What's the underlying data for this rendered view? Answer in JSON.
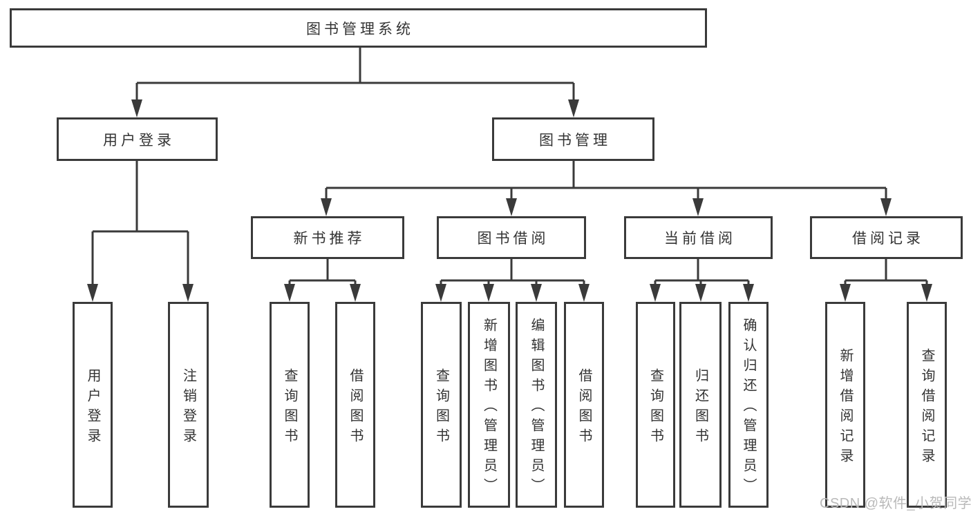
{
  "diagram": {
    "type": "hierarchy-tree",
    "tree": {
      "label": "图书管理系统",
      "children": [
        {
          "label": "用户登录",
          "children": [
            {
              "label": "用户登录"
            },
            {
              "label": "注销登录"
            }
          ]
        },
        {
          "label": "图书管理",
          "children": [
            {
              "label": "新书推荐",
              "children": [
                {
                  "label": "查询图书"
                },
                {
                  "label": "借阅图书"
                }
              ]
            },
            {
              "label": "图书借阅",
              "children": [
                {
                  "label": "查询图书"
                },
                {
                  "label": "新增图书（管理员）"
                },
                {
                  "label": "编辑图书（管理员）"
                },
                {
                  "label": "借阅图书"
                }
              ]
            },
            {
              "label": "当前借阅",
              "children": [
                {
                  "label": "查询图书"
                },
                {
                  "label": "归还图书"
                },
                {
                  "label": "确认归还（管理员）"
                }
              ]
            },
            {
              "label": "借阅记录",
              "children": [
                {
                  "label": "新增借阅记录"
                },
                {
                  "label": "查询借阅记录"
                }
              ]
            }
          ]
        }
      ]
    },
    "colors": {
      "line": "#3a3a3a",
      "text": "#333333",
      "box_fill": "#ffffff",
      "background": "#ffffff",
      "watermark": "#b9b9b9"
    }
  },
  "watermark": {
    "text": "CSDN @软件_小贺同学"
  }
}
